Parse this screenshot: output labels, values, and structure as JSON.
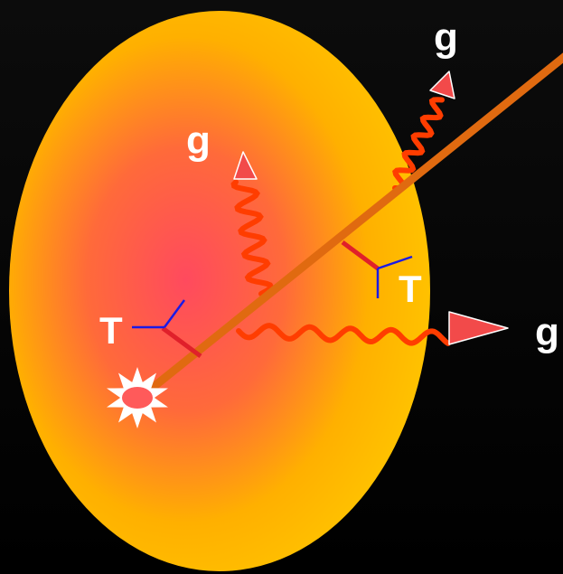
{
  "colors": {
    "background": "#000000",
    "medium_outer": "#ffc400",
    "medium_inner": "#ff4a5e",
    "jet": "#e06a10",
    "gluon": "#ff3d00",
    "arrow": "#f24a4a",
    "scatter_center": "#e0202a",
    "scatter_branch": "#1a1ae6",
    "label": "#ffffff"
  },
  "labels": {
    "gluon_top_right": "g",
    "gluon_middle": "g",
    "gluon_right": "g",
    "scattering_left": "T",
    "scattering_right": "T"
  }
}
